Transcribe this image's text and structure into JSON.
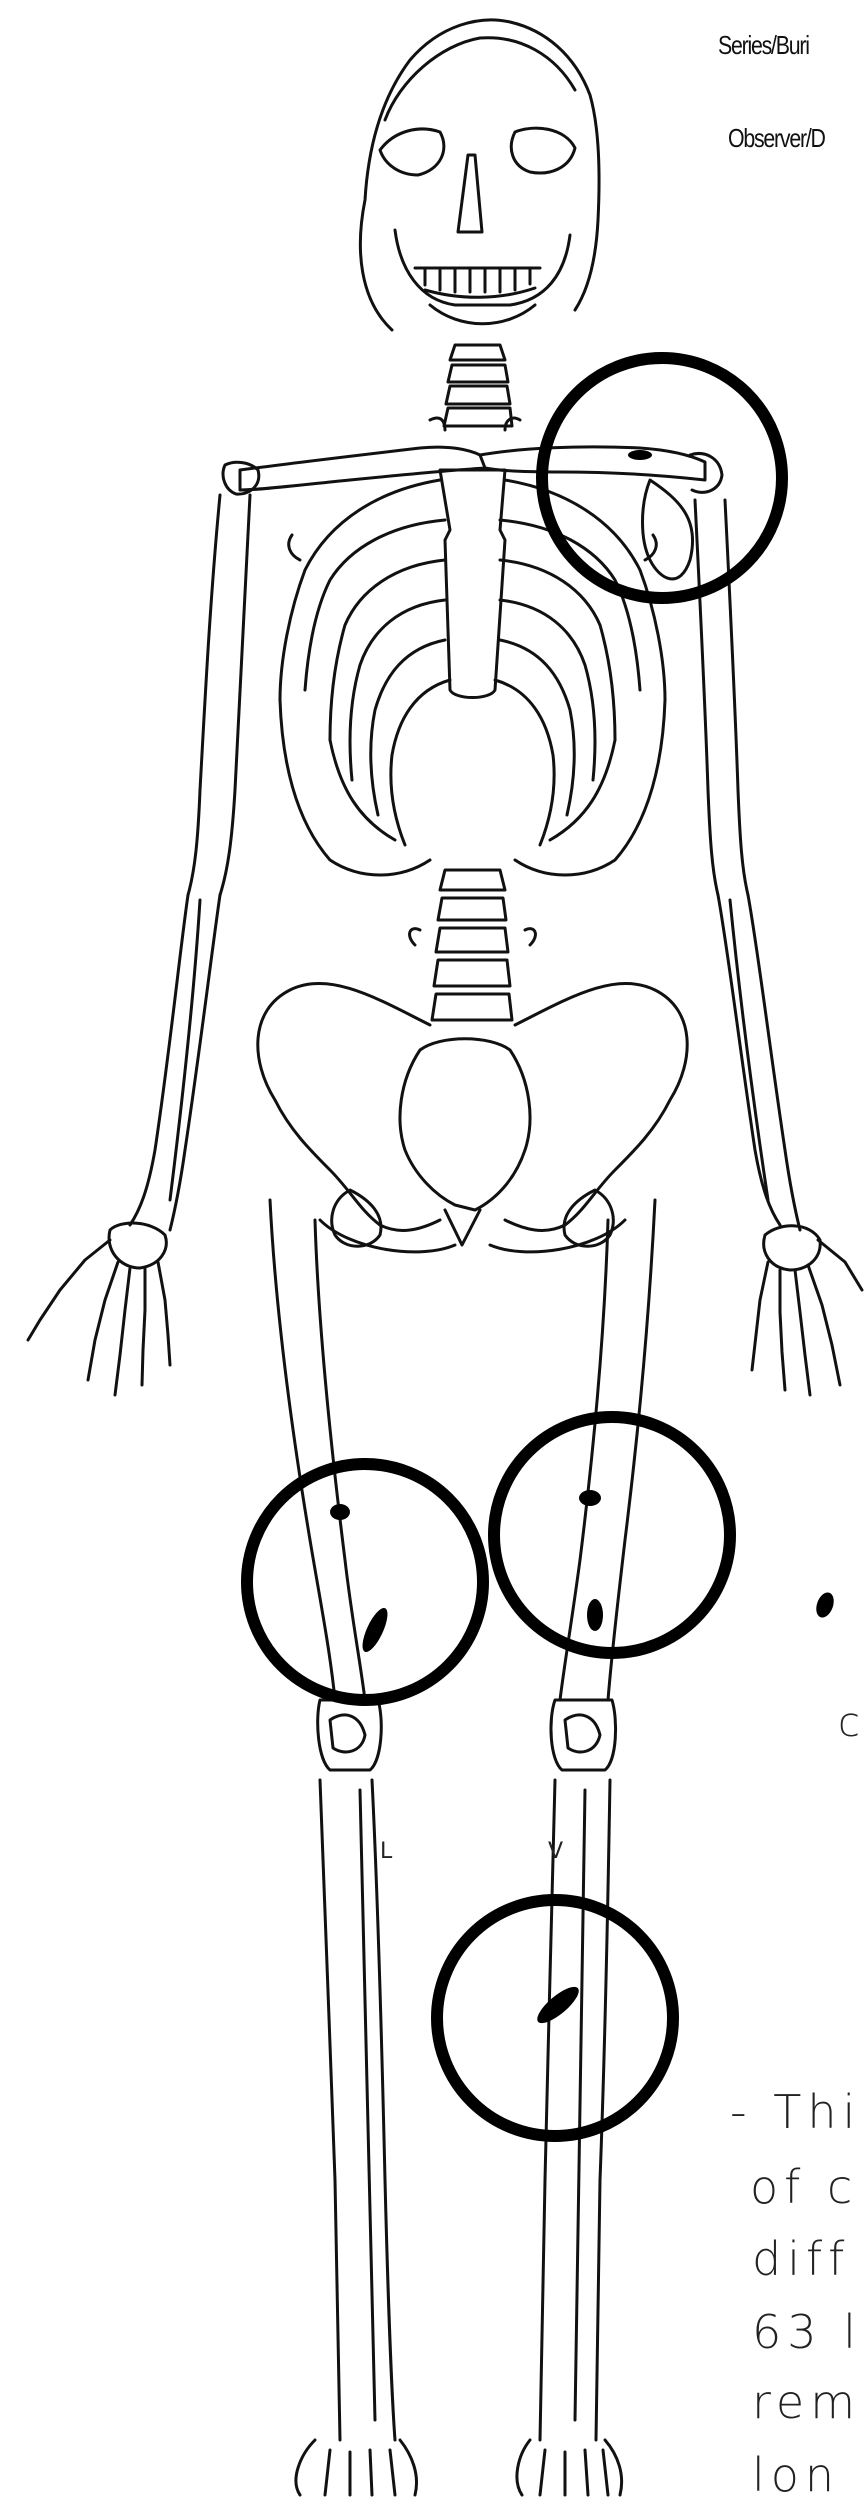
{
  "form": {
    "series_label": "Series/Buri",
    "observer_label": "Observer/D"
  },
  "notes": {
    "partial_letter": "c",
    "lines": [
      "- Thi",
      "of  c",
      "diff",
      "63 l",
      "rem",
      "lon"
    ]
  },
  "markings": {
    "left_knee_letter": "L",
    "right_knee_letter": "V"
  },
  "annotations": {
    "circle_color": "#000000",
    "circled_regions": [
      "left-shoulder",
      "right-thigh",
      "left-thigh",
      "left-lower-leg"
    ]
  }
}
